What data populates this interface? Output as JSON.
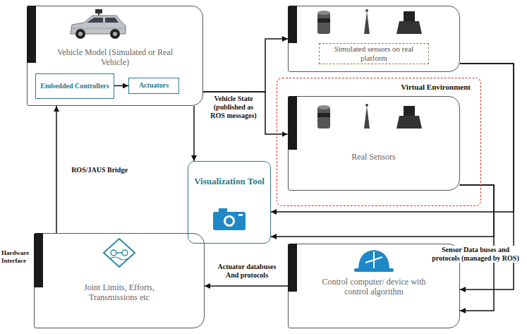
{
  "diagram": {
    "nodes": [
      {
        "text": [
          "Vehicle Model (Simulated or Real Vehicle)"
        ]
      },
      {
        "text": [
          "Embedded Controllers"
        ],
        "in": 0
      },
      {
        "text": [
          "Actuators"
        ],
        "in": 0
      },
      {
        "text": [
          "Simulated sensors on real platform"
        ]
      },
      {
        "text": [
          "Virtual Environment"
        ]
      },
      {
        "text": [
          "Real Sensors"
        ],
        "in": 4
      },
      {
        "text": [
          "Visualization Tool"
        ]
      },
      {
        "text": [
          "Hardware Interface",
          "Joint Limits, Efforts, Transmissions etc"
        ]
      },
      {
        "text": [
          "Control computer/ device with control algorithm"
        ]
      }
    ],
    "edges": [
      {
        "from": 1,
        "to": 2,
        "arrow": "to"
      },
      {
        "from": 0,
        "to": 3,
        "arrow": "to",
        "label": "Vehicle State (published as ROS messages)"
      },
      {
        "from": 0,
        "to": 5,
        "arrow": "to"
      },
      {
        "from": 0,
        "to": 6,
        "arrow": "to"
      },
      {
        "from": 7,
        "to": 0,
        "arrow": "to",
        "label": "ROS/JAUS Bridge"
      },
      {
        "from": 8,
        "to": 7,
        "arrow": "to",
        "label": "Actuator databuses And protocols"
      },
      {
        "from": 3,
        "to": 6,
        "arrow": "to",
        "label": "Sensor Data buses and protocols (managed by ROS)"
      },
      {
        "from": 3,
        "to": 8,
        "arrow": "to"
      },
      {
        "from": 5,
        "to": 6,
        "arrow": "to"
      },
      {
        "from": 5,
        "to": 8,
        "arrow": "to"
      }
    ]
  }
}
